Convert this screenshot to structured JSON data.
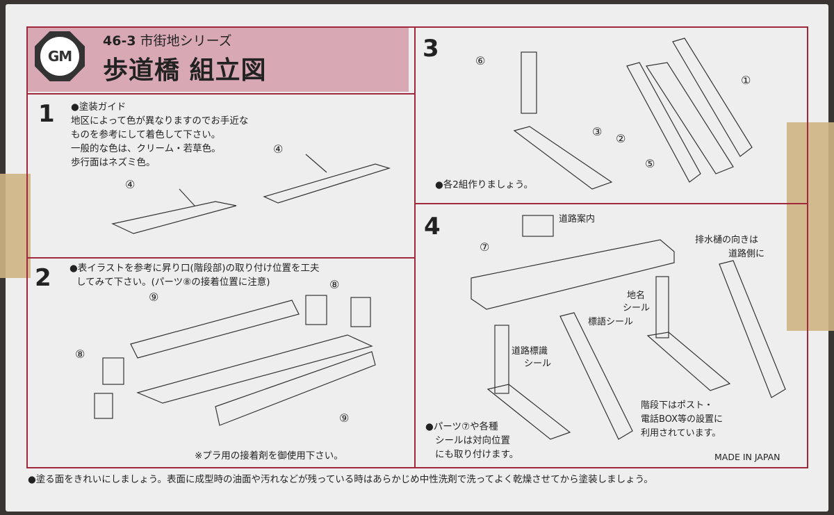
{
  "header": {
    "logo_text": "GM",
    "series_code": "46-3",
    "series_name": "市街地シリーズ",
    "title": "歩道橋 組立図"
  },
  "sections": {
    "s1": {
      "number": "1",
      "guide_title": "●塗装ガイド",
      "guide_lines": [
        "地区によって色が異なりますのでお手近な",
        "ものを参考にして着色して下さい。",
        "一般的な色は、クリーム・若草色。",
        "歩行面はネズミ色。"
      ],
      "part_left": "④",
      "part_right": "④"
    },
    "s2": {
      "number": "2",
      "instr_line1": "●表イラストを参考に昇り口(階段部)の取り付け位置を工夫",
      "instr_line2": "してみて下さい。(パーツ⑧の接着位置に注意)",
      "part_9_top": "⑨",
      "part_8_right": "⑧",
      "part_8_left": "⑧",
      "part_9_bottom": "⑨",
      "note": "※プラ用の接着剤を御使用下さい。"
    },
    "s3": {
      "number": "3",
      "part_6": "⑥",
      "part_3": "③",
      "part_1": "①",
      "part_2": "②",
      "part_5": "⑤",
      "note": "●各2組作りましょう。"
    },
    "s4": {
      "number": "4",
      "road_guide": "道路案内",
      "part_7": "⑦",
      "drain_1": "排水樋の向きは",
      "drain_2": "道路側に",
      "place_1": "地名",
      "place_2": "シール",
      "slogan": "標語シール",
      "sign_1": "道路標識",
      "sign_2": "シール",
      "under_1": "階段下はポスト・",
      "under_2": "電話BOX等の設置に",
      "under_3": "利用されています。",
      "note_1": "●パーツ⑦や各種",
      "note_2": "シールは対向位置",
      "note_3": "にも取り付けます。"
    }
  },
  "made_in": "MADE IN JAPAN",
  "footer": "●塗る面をきれいにしましょう。表面に成型時の油面や汚れなどが残っている時はあらかじめ中性洗剤で洗ってよく乾燥させてから塗装しましょう。",
  "colors": {
    "accent": "#a0283c",
    "header_bg": "#d9a8b5",
    "tape": "#cfb483"
  }
}
